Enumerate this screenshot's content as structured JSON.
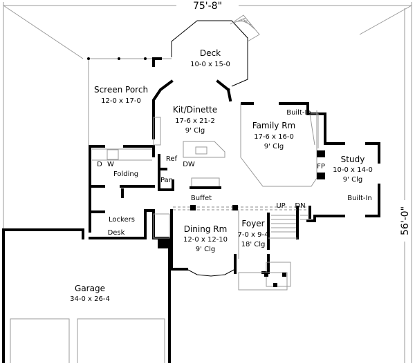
{
  "dimensions": {
    "width": "75'-8\"",
    "depth": "56'-0\""
  },
  "rooms": {
    "deck": {
      "name": "Deck",
      "size": "10-0 x 15-0"
    },
    "screen_porch": {
      "name": "Screen Porch",
      "size": "12-0 x 17-0"
    },
    "kitchen": {
      "name": "Kit/Dinette",
      "size": "17-6 x 21-2",
      "ceiling": "9' Clg"
    },
    "family": {
      "name": "Family Rm",
      "size": "17-6 x 16-0",
      "ceiling": "9' Clg"
    },
    "study": {
      "name": "Study",
      "size": "10-0 x 14-0",
      "ceiling": "9' Clg"
    },
    "dining": {
      "name": "Dining Rm",
      "size": "12-0 x 12-10",
      "ceiling": "9' Clg"
    },
    "foyer": {
      "name": "Foyer",
      "size": "7-0 x 9-4",
      "ceiling": "18' Clg"
    },
    "garage": {
      "name": "Garage",
      "size": "34-0 x 26-4"
    }
  },
  "labels": {
    "family_builtin": "Built-In",
    "study_builtin": "Built-In",
    "fireplace": "FP",
    "stairs_up": "UP",
    "stairs_down": "DN",
    "ref": "Ref",
    "dw": "DW",
    "pantry": "Pan",
    "dryer": "D",
    "washer": "W",
    "folding": "Folding",
    "buffet": "Buffet",
    "lockers": "Lockers",
    "desk": "Desk"
  }
}
